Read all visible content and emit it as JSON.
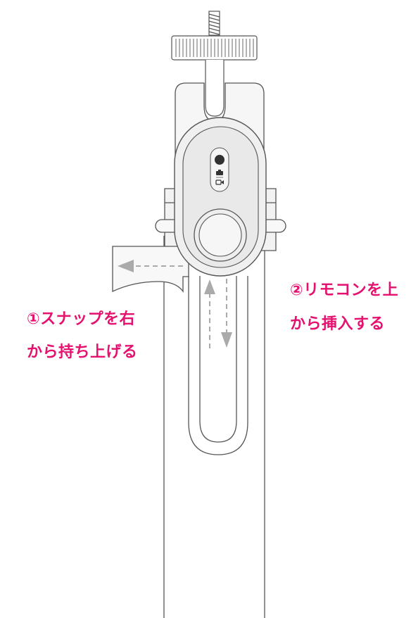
{
  "annotations": {
    "step1": {
      "line1": "①スナップを右",
      "line2": "から持ち上げる"
    },
    "step2": {
      "line1": "②リモコンを上",
      "line2": "から挿入する"
    }
  },
  "colors": {
    "accent": "#e5116e",
    "outline": "#555555",
    "fill_light": "#f4f4f4",
    "remote_fill": "#e9e9e9",
    "arrow": "#aaaaaa"
  }
}
